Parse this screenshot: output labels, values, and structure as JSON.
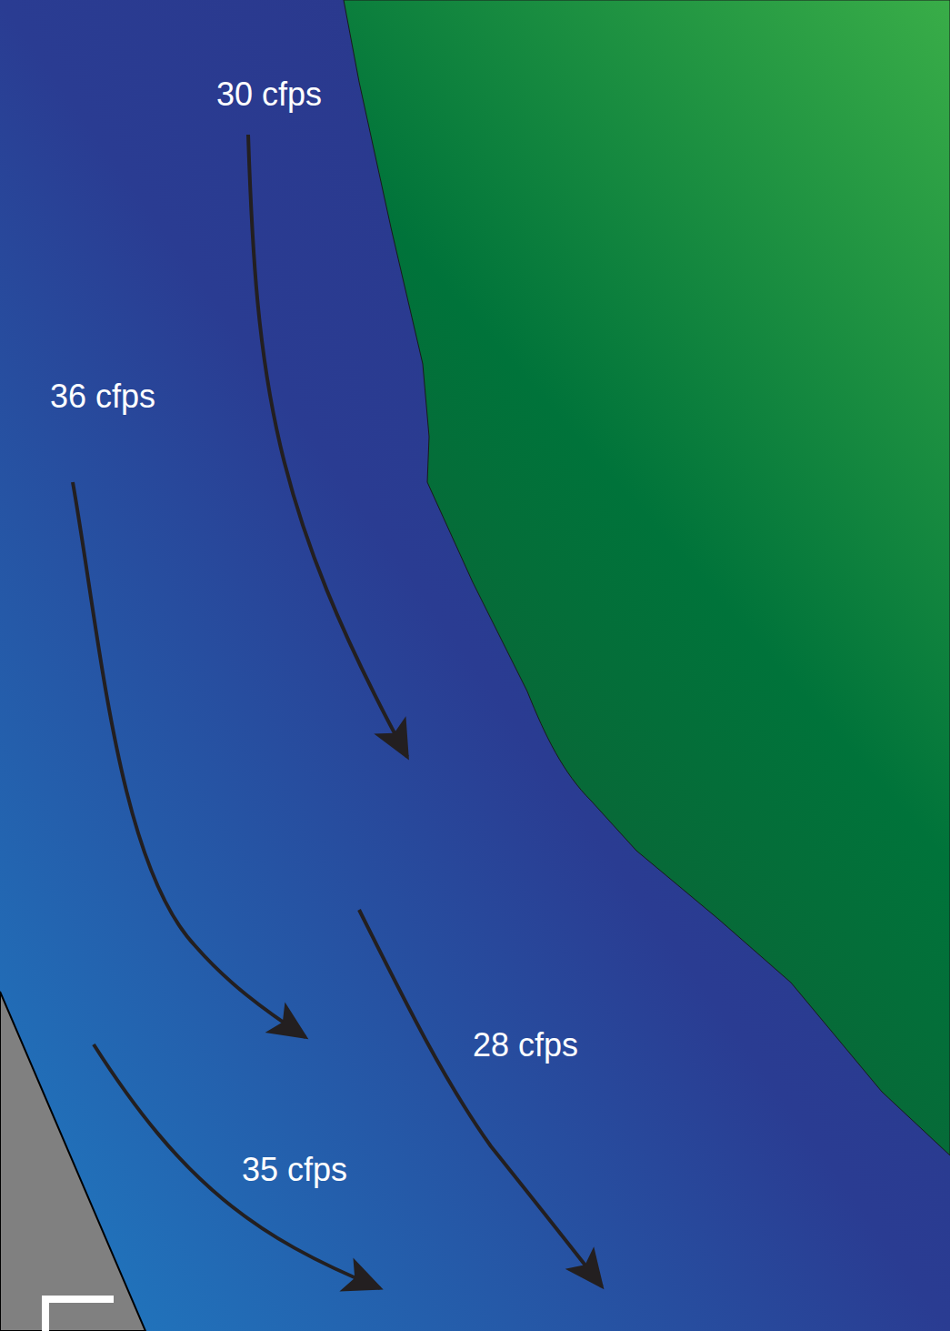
{
  "diagram": {
    "labels": [
      "30 cfps",
      "36 cfps",
      "28 cfps",
      "35 cfps"
    ]
  }
}
